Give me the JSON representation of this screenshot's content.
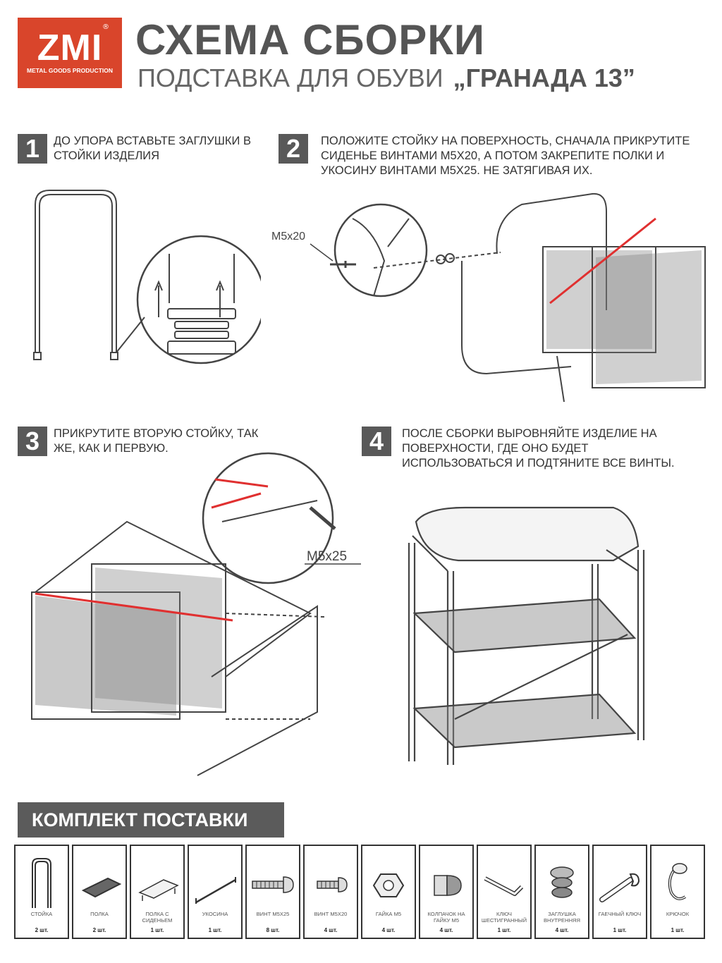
{
  "logo": {
    "mark": "ZMI",
    "reg": "®",
    "subtitle": "METAL GOODS PRODUCTION"
  },
  "header": {
    "title": "СХЕМА СБОРКИ",
    "subtitle": "ПОДСТАВКА ДЛЯ ОБУВИ",
    "product": "„ГРАНАДА 13”"
  },
  "steps": [
    {
      "num": "1",
      "text": "ДО УПОРА ВСТАВЬТЕ ЗАГЛУШКИ В СТОЙКИ ИЗДЕЛИЯ"
    },
    {
      "num": "2",
      "text": "ПОЛОЖИТЕ СТОЙКУ НА ПОВЕРХНОСТЬ, СНАЧАЛА ПРИКРУТИТЕ СИДЕНЬЕ ВИНТАМИ M5x20, А ПОТОМ ЗАКРЕПИТЕ ПОЛКИ И УКОСИНУ ВИНТАМИ M5x25. НЕ ЗАТЯГИВАЯ ИХ."
    },
    {
      "num": "3",
      "text": "ПРИКРУТИТЕ ВТОРУЮ СТОЙКУ, ТАК ЖЕ, КАК И ПЕРВУЮ."
    },
    {
      "num": "4",
      "text": "ПОСЛЕ СБОРКИ ВЫРОВНЯЙТЕ ИЗДЕЛИЕ НА ПОВЕРХНОСТИ, ГДЕ ОНО БУДЕТ ИСПОЛЬЗОВАТЬСЯ И ПОДТЯНИТЕ ВСЕ ВИНТЫ."
    }
  ],
  "callouts": {
    "step2_screw": "M5x20",
    "step3_screw": "M5x25"
  },
  "kit": {
    "title": "КОМПЛЕКТ ПОСТАВКИ",
    "items": [
      {
        "name": "СТОЙКА",
        "qty": "2 шт.",
        "icon": "stand-icon"
      },
      {
        "name": "ПОЛКА",
        "qty": "2 шт.",
        "icon": "shelf-icon"
      },
      {
        "name": "ПОЛКА С СИДЕНЬЕМ",
        "qty": "1 шт.",
        "icon": "seat-shelf-icon"
      },
      {
        "name": "УКОСИНА",
        "qty": "1 шт.",
        "icon": "brace-icon"
      },
      {
        "name": "ВИНТ М5х25",
        "qty": "8 шт.",
        "icon": "screw-long-icon"
      },
      {
        "name": "ВИНТ М5х20",
        "qty": "4 шт.",
        "icon": "screw-short-icon"
      },
      {
        "name": "ГАЙКА М5",
        "qty": "4 шт.",
        "icon": "nut-icon"
      },
      {
        "name": "КОЛПАЧОК НА ГАЙКУ М5",
        "qty": "4 шт.",
        "icon": "cap-nut-icon"
      },
      {
        "name": "КЛЮЧ ШЕСТИГРАННЫЙ",
        "qty": "1 шт.",
        "icon": "hex-key-icon"
      },
      {
        "name": "ЗАГЛУШКА ВНУТРЕННЯЯ",
        "qty": "4 шт.",
        "icon": "plug-icon"
      },
      {
        "name": "ГАЕЧНЫЙ КЛЮЧ",
        "qty": "1 шт.",
        "icon": "wrench-icon"
      },
      {
        "name": "КРЮЧОК",
        "qty": "1 шт.",
        "icon": "hook-icon"
      }
    ]
  },
  "colors": {
    "brand_red": "#d9452b",
    "dark_gray": "#595959",
    "highlight_red": "#e03030"
  }
}
